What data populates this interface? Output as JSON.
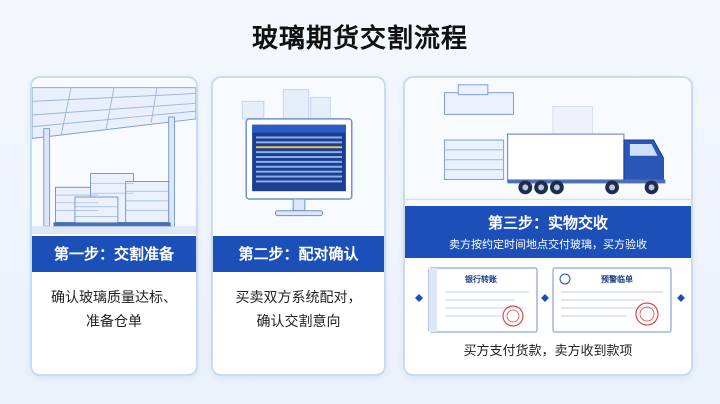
{
  "title": "玻璃期货交割流程",
  "steps": [
    {
      "heading": "第一步：交割准备",
      "desc_lines": [
        "确认玻璃质量达标、",
        "准备仓单"
      ]
    },
    {
      "heading": "第二步：配对确认",
      "desc_lines": [
        "买卖双方系统配对，",
        "确认交割意向"
      ]
    },
    {
      "heading": "第三步：实物交收",
      "sub": "卖方按约定时间地点交付玻璃，买方验收",
      "desc_lines": [
        "买方支付货款，卖方收到款项"
      ]
    }
  ],
  "documents": {
    "doc1_title": "银行转账",
    "doc2_title": "预警临单"
  },
  "colors": {
    "accent": "#1d4fb8",
    "border": "#c9daf3",
    "line": "#6f90cc"
  }
}
